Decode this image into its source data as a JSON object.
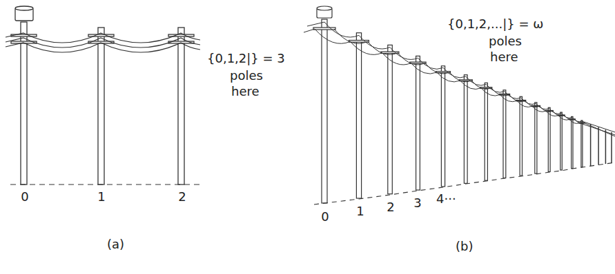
{
  "diagram": {
    "labels": [
      "0",
      "1",
      "2",
      "{0,1,2|} = 3",
      "poles",
      "here",
      "(a)",
      "0",
      "1",
      "2",
      "3",
      "4···",
      "{0,1,2,...|} = ω",
      "poles",
      "here",
      "(b)"
    ]
  }
}
